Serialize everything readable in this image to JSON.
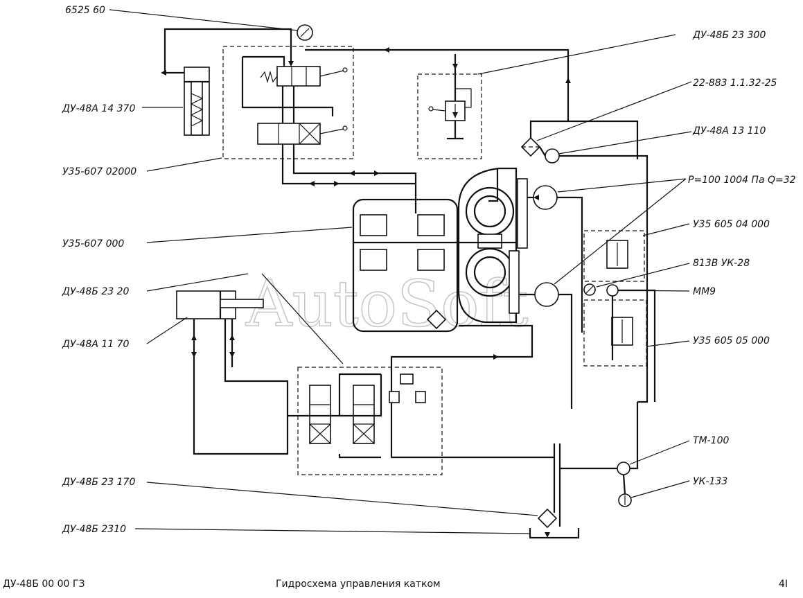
{
  "labels": {
    "l1": "6525 60",
    "l2": "ДУ-48А 14 370",
    "l3": "У35-607 02000",
    "l4": "У35-607 000",
    "l5": "ДУ-48Б 23 20",
    "l6": "ДУ-48А 11 70",
    "l7": "ДУ-48Б 23 170",
    "l8": "ДУ-48Б 2310",
    "r1": "ДУ-48Б 23 300",
    "r2": "22-883 1.1.32-25",
    "r3": "ДУ-48А 13 110",
    "r4": "P=100 1004 Па Q=32",
    "r5": "У35 605 04 000",
    "r6": "813В УК-28",
    "r7": "ММ9",
    "r8": "У35 605 05 000",
    "r9": "ТМ-100",
    "r10": "УК-133"
  },
  "watermark": "AutoSoft",
  "footer": {
    "doc_code": "ДУ-48Б 00 00 ГЗ",
    "title": "Гидросхема управления катком",
    "page": "4I"
  }
}
